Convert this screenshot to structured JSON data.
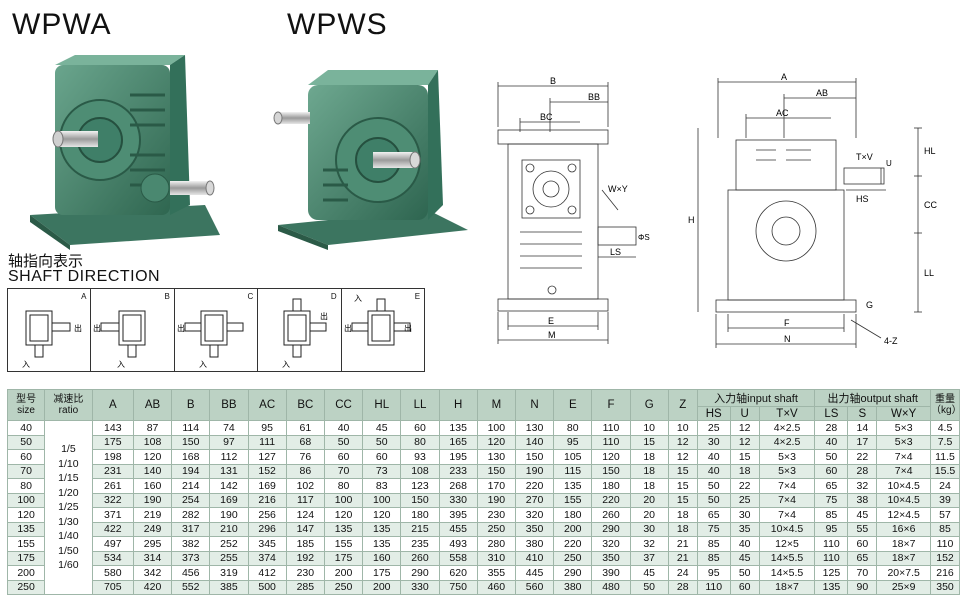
{
  "titles": {
    "wpwa": "WPWA",
    "wpws": "WPWS"
  },
  "shaft_direction": {
    "title_cn": "轴指向表示",
    "title_en": "SHAFT DIRECTION",
    "in_label": "入",
    "out_label": "出",
    "cells": [
      "A",
      "B",
      "C",
      "D",
      "E"
    ]
  },
  "drawing_wpwa": {
    "B": "B",
    "BB": "BB",
    "BC": "BC",
    "WxY": "W×Y",
    "S": "ΦS",
    "LS": "LS",
    "E": "E",
    "M": "M"
  },
  "drawing_wpws": {
    "A": "A",
    "AB": "AB",
    "AC": "AC",
    "TxV": "T×V",
    "U": "U",
    "HS": "HS",
    "HL": "HL",
    "CC": "CC",
    "H": "H",
    "LL": "LL",
    "G": "G",
    "F": "F",
    "N": "N",
    "Z": "4-Z"
  },
  "table": {
    "headers": {
      "model_cn": "型号",
      "model_en": "size",
      "ratio_cn": "减速比",
      "ratio_en": "ratio",
      "cols": [
        "A",
        "AB",
        "B",
        "BB",
        "AC",
        "BC",
        "CC",
        "HL",
        "LL",
        "H",
        "M",
        "N",
        "E",
        "F",
        "G",
        "Z"
      ],
      "input_group": "入力轴input shaft",
      "output_group": "出力轴output shaft",
      "weight_cn": "重量",
      "weight_unit": "（kg）",
      "input_cols": [
        "HS",
        "U",
        "T×V"
      ],
      "output_cols": [
        "LS",
        "S",
        "W×Y"
      ]
    },
    "ratios": [
      "1/5",
      "1/10",
      "1/15",
      "1/20",
      "1/25",
      "1/30",
      "1/40",
      "1/50",
      "1/60"
    ],
    "rows": [
      [
        "40",
        "143",
        "87",
        "114",
        "74",
        "95",
        "61",
        "40",
        "45",
        "60",
        "135",
        "100",
        "130",
        "80",
        "110",
        "10",
        "10",
        "25",
        "12",
        "4×2.5",
        "28",
        "14",
        "5×3",
        "4.5"
      ],
      [
        "50",
        "175",
        "108",
        "150",
        "97",
        "111",
        "68",
        "50",
        "50",
        "80",
        "165",
        "120",
        "140",
        "95",
        "110",
        "15",
        "12",
        "30",
        "12",
        "4×2.5",
        "40",
        "17",
        "5×3",
        "7.5"
      ],
      [
        "60",
        "198",
        "120",
        "168",
        "112",
        "127",
        "76",
        "60",
        "60",
        "93",
        "195",
        "130",
        "150",
        "105",
        "120",
        "18",
        "12",
        "40",
        "15",
        "5×3",
        "50",
        "22",
        "7×4",
        "11.5"
      ],
      [
        "70",
        "231",
        "140",
        "194",
        "131",
        "152",
        "86",
        "70",
        "73",
        "108",
        "233",
        "150",
        "190",
        "115",
        "150",
        "18",
        "15",
        "40",
        "18",
        "5×3",
        "60",
        "28",
        "7×4",
        "15.5"
      ],
      [
        "80",
        "261",
        "160",
        "214",
        "142",
        "169",
        "102",
        "80",
        "83",
        "123",
        "268",
        "170",
        "220",
        "135",
        "180",
        "18",
        "15",
        "50",
        "22",
        "7×4",
        "65",
        "32",
        "10×4.5",
        "24"
      ],
      [
        "100",
        "322",
        "190",
        "254",
        "169",
        "216",
        "117",
        "100",
        "100",
        "150",
        "330",
        "190",
        "270",
        "155",
        "220",
        "20",
        "15",
        "50",
        "25",
        "7×4",
        "75",
        "38",
        "10×4.5",
        "39"
      ],
      [
        "120",
        "371",
        "219",
        "282",
        "190",
        "256",
        "124",
        "120",
        "120",
        "180",
        "395",
        "230",
        "320",
        "180",
        "260",
        "20",
        "18",
        "65",
        "30",
        "7×4",
        "85",
        "45",
        "12×4.5",
        "57"
      ],
      [
        "135",
        "422",
        "249",
        "317",
        "210",
        "296",
        "147",
        "135",
        "135",
        "215",
        "455",
        "250",
        "350",
        "200",
        "290",
        "30",
        "18",
        "75",
        "35",
        "10×4.5",
        "95",
        "55",
        "16×6",
        "85"
      ],
      [
        "155",
        "497",
        "295",
        "382",
        "252",
        "345",
        "185",
        "155",
        "135",
        "235",
        "493",
        "280",
        "380",
        "220",
        "320",
        "32",
        "21",
        "85",
        "40",
        "12×5",
        "110",
        "60",
        "18×7",
        "110"
      ],
      [
        "175",
        "534",
        "314",
        "373",
        "255",
        "374",
        "192",
        "175",
        "160",
        "260",
        "558",
        "310",
        "410",
        "250",
        "350",
        "37",
        "21",
        "85",
        "45",
        "14×5.5",
        "110",
        "65",
        "18×7",
        "152"
      ],
      [
        "200",
        "580",
        "342",
        "456",
        "319",
        "412",
        "230",
        "200",
        "175",
        "290",
        "620",
        "355",
        "445",
        "290",
        "390",
        "45",
        "24",
        "95",
        "50",
        "14×5.5",
        "125",
        "70",
        "20×7.5",
        "216"
      ],
      [
        "250",
        "705",
        "420",
        "552",
        "385",
        "500",
        "285",
        "250",
        "200",
        "330",
        "750",
        "460",
        "560",
        "380",
        "480",
        "50",
        "28",
        "110",
        "60",
        "18×7",
        "135",
        "90",
        "25×9",
        "350"
      ]
    ]
  },
  "colors": {
    "header_bg": "#bcd2c4",
    "stripe": "#e2ede6",
    "gearbox_green": "#3f7f68",
    "border": "#9fb6a8"
  }
}
